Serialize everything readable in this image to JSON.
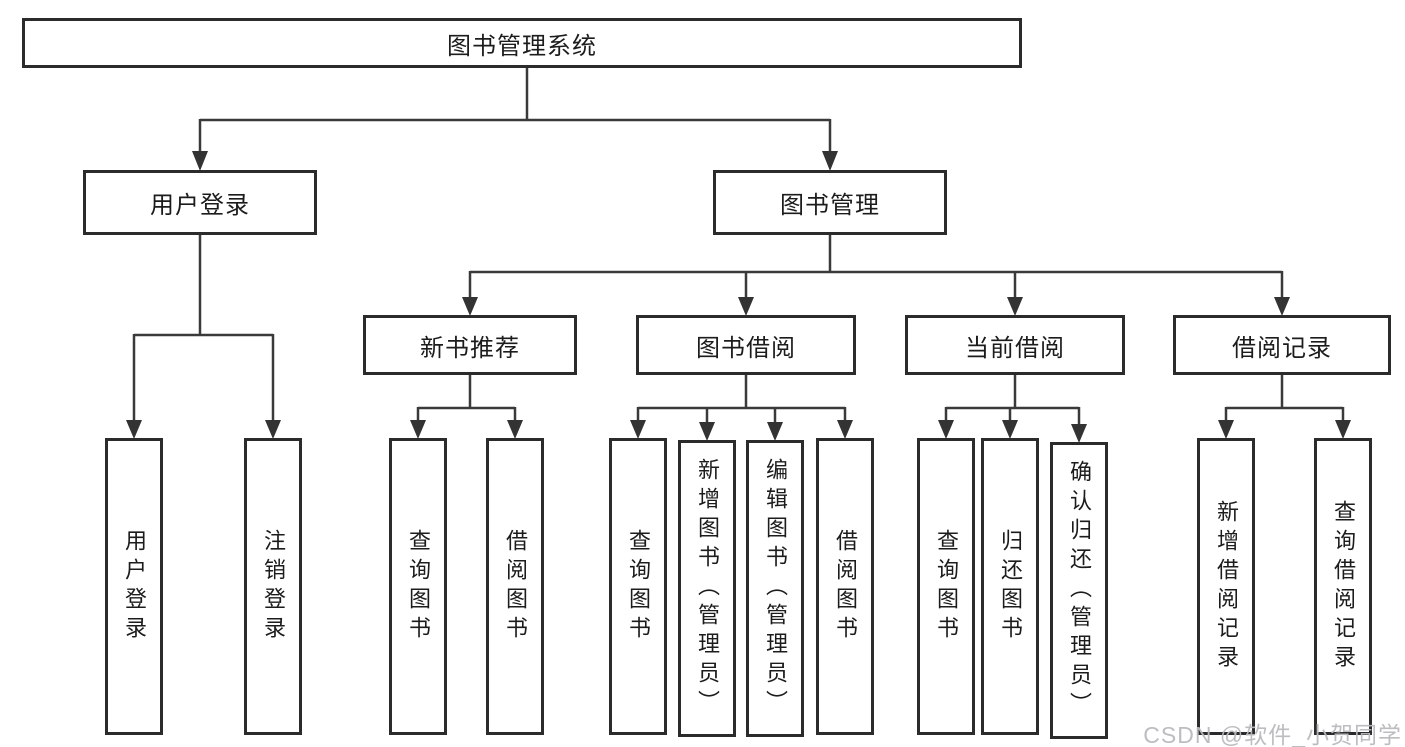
{
  "tree": {
    "label": "图书管理系统",
    "children": [
      {
        "label": "用户登录",
        "children": [
          {
            "label": "用户登录"
          },
          {
            "label": "注销登录"
          }
        ]
      },
      {
        "label": "图书管理",
        "children": [
          {
            "label": "新书推荐",
            "children": [
              {
                "label": "查询图书"
              },
              {
                "label": "借阅图书"
              }
            ]
          },
          {
            "label": "图书借阅",
            "children": [
              {
                "label": "查询图书"
              },
              {
                "label": "新增图书（管理员）"
              },
              {
                "label": "编辑图书（管理员）"
              },
              {
                "label": "借阅图书"
              }
            ]
          },
          {
            "label": "当前借阅",
            "children": [
              {
                "label": "查询图书"
              },
              {
                "label": "归还图书"
              },
              {
                "label": "确认归还（管理员）"
              }
            ]
          },
          {
            "label": "借阅记录",
            "children": [
              {
                "label": "新增借阅记录"
              },
              {
                "label": "查询借阅记录"
              }
            ]
          }
        ]
      }
    ]
  },
  "watermark": {
    "text": "CSDN @软件_小贺同学"
  },
  "colors": {
    "background": "#ffffff",
    "box_border": "#2b2b2b",
    "connector_line": "#3a3a3a",
    "text": "#1c1c1c",
    "watermark": "#b9b9bd"
  }
}
